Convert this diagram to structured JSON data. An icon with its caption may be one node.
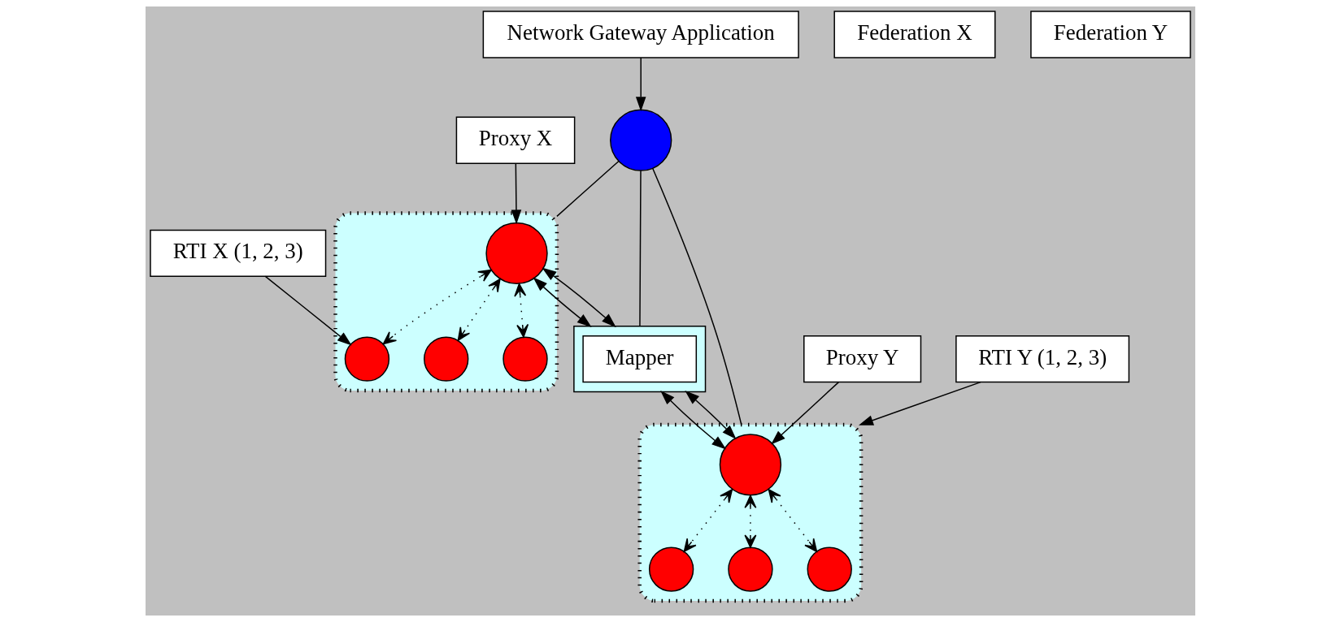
{
  "diagram": {
    "nodes": [
      {
        "text": [
          "Network Gateway Application"
        ]
      },
      {
        "text": [],
        "shape": "circle"
      },
      {
        "text": [
          "Federation X"
        ]
      },
      {
        "text": [
          "Federation Y"
        ]
      },
      {
        "text": [
          "Proxy X"
        ]
      },
      {
        "text": [],
        "shape": "ellipse"
      },
      {
        "text": [],
        "shape": "circle",
        "in": 5
      },
      {
        "text": [],
        "shape": "circle",
        "in": 5
      },
      {
        "text": [],
        "shape": "circle",
        "in": 5
      },
      {
        "text": [],
        "shape": "circle",
        "in": 5
      },
      {
        "text": [],
        "shape": "box"
      },
      {
        "text": [
          "Mapper"
        ],
        "in": 10
      },
      {
        "text": [
          "Proxy Y"
        ]
      },
      {
        "text": [],
        "shape": "ellipse"
      },
      {
        "text": [],
        "shape": "circle",
        "in": 13
      },
      {
        "text": [],
        "shape": "circle",
        "in": 13
      },
      {
        "text": [],
        "shape": "circle",
        "in": 13
      },
      {
        "text": [],
        "shape": "circle",
        "in": 13
      },
      {
        "text": [
          "RTI X (1, 2, 3)"
        ]
      },
      {
        "text": [
          "RTI Y (1, 2, 3)"
        ]
      }
    ],
    "edges": [
      {
        "from": 0,
        "to": 1,
        "arrow": "to"
      },
      {
        "from": 1,
        "to": 5,
        "arrow": "none"
      },
      {
        "from": 1,
        "to": 10,
        "arrow": "none"
      },
      {
        "from": 1,
        "to": 13,
        "arrow": "none"
      },
      {
        "from": 4,
        "to": 6,
        "arrow": "to"
      },
      {
        "from": 6,
        "to": 10,
        "arrow": "both"
      },
      {
        "from": 6,
        "to": 10,
        "arrow": "both"
      },
      {
        "from": 6,
        "to": 7,
        "arrow": "both",
        "style": "dashed"
      },
      {
        "from": 6,
        "to": 8,
        "arrow": "both",
        "style": "dashed"
      },
      {
        "from": 6,
        "to": 9,
        "arrow": "both",
        "style": "dashed"
      },
      {
        "from": 10,
        "to": 14,
        "arrow": "both"
      },
      {
        "from": 10,
        "to": 14,
        "arrow": "both"
      },
      {
        "from": 14,
        "to": 15,
        "arrow": "both",
        "style": "dashed"
      },
      {
        "from": 14,
        "to": 16,
        "arrow": "both",
        "style": "dashed"
      },
      {
        "from": 14,
        "to": 17,
        "arrow": "both",
        "style": "dashed"
      },
      {
        "from": 12,
        "to": 14,
        "arrow": "to"
      },
      {
        "from": 18,
        "to": 7,
        "arrow": "to"
      },
      {
        "from": 19,
        "to": 13,
        "arrow": "to"
      }
    ]
  }
}
